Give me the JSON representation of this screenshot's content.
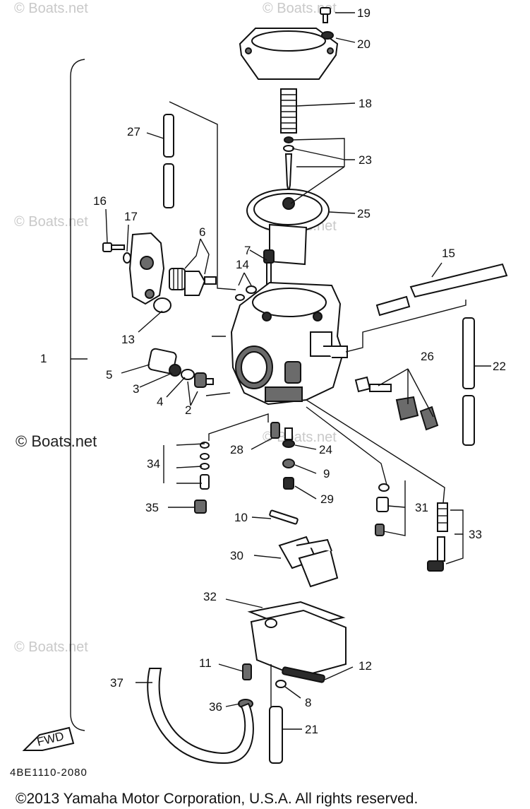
{
  "watermarks": {
    "faint": "© Boats.net",
    "dark": "© Boats.net"
  },
  "callouts": {
    "c1": "1",
    "c2": "2",
    "c3": "3",
    "c4": "4",
    "c5": "5",
    "c6": "6",
    "c7": "7",
    "c8": "8",
    "c9": "9",
    "c10": "10",
    "c11": "11",
    "c12": "12",
    "c13": "13",
    "c14": "14",
    "c15": "15",
    "c16": "16",
    "c17": "17",
    "c18": "18",
    "c19": "19",
    "c20": "20",
    "c21": "21",
    "c22": "22",
    "c23": "23",
    "c24": "24",
    "c25": "25",
    "c26": "26",
    "c27": "27",
    "c28": "28",
    "c29": "29",
    "c30": "30",
    "c31": "31",
    "c32": "32",
    "c33": "33",
    "c34": "34",
    "c35": "35",
    "c36": "36",
    "c37": "37"
  },
  "fwd_label": "FWD",
  "diagram_code": "4BE1110-2080",
  "copyright": "©2013 Yamaha Motor Corporation, U.S.A. All rights reserved."
}
